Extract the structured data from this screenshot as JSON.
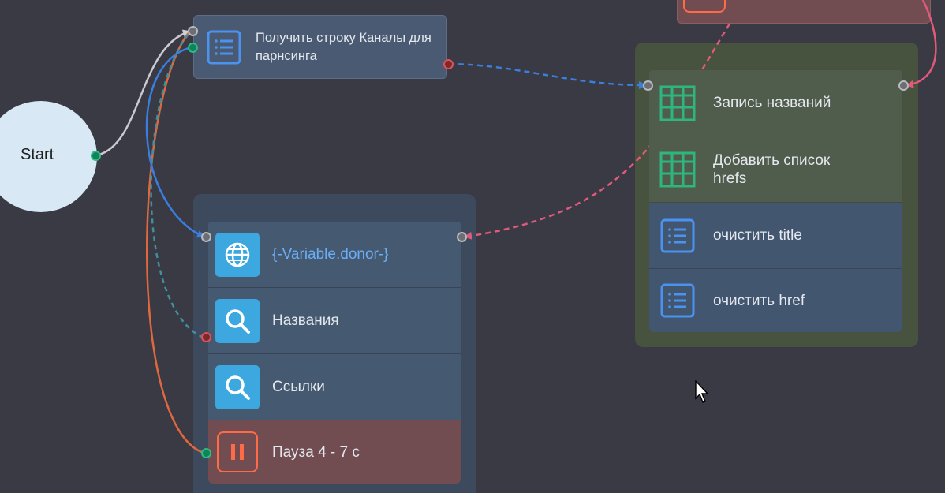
{
  "start": {
    "label": "Start"
  },
  "top_node": {
    "label": "Получить строку Каналы для парнсинга",
    "icon": "list-icon"
  },
  "blue_group": {
    "items": [
      {
        "label": "{-Variable.donor-}",
        "icon": "globe-icon",
        "style": "link"
      },
      {
        "label": "Названия",
        "icon": "search-icon"
      },
      {
        "label": "Ссылки",
        "icon": "search-icon"
      },
      {
        "label": "Пауза 4 - 7 с",
        "icon": "pause-icon"
      }
    ]
  },
  "green_group": {
    "items": [
      {
        "label": "Запись названий",
        "icon": "table-icon"
      },
      {
        "label": "Добавить список hrefs",
        "icon": "table-icon"
      },
      {
        "label": "очистить title",
        "icon": "list-icon"
      },
      {
        "label": "очистить href",
        "icon": "list-icon"
      }
    ]
  },
  "colors": {
    "canvas": "#393a44",
    "wire_blue": "#3a7fe0",
    "wire_pink": "#e05a7a",
    "wire_orange": "#e0683e",
    "wire_teal": "#3f8f9f",
    "wire_grey": "#c9c9cf"
  }
}
